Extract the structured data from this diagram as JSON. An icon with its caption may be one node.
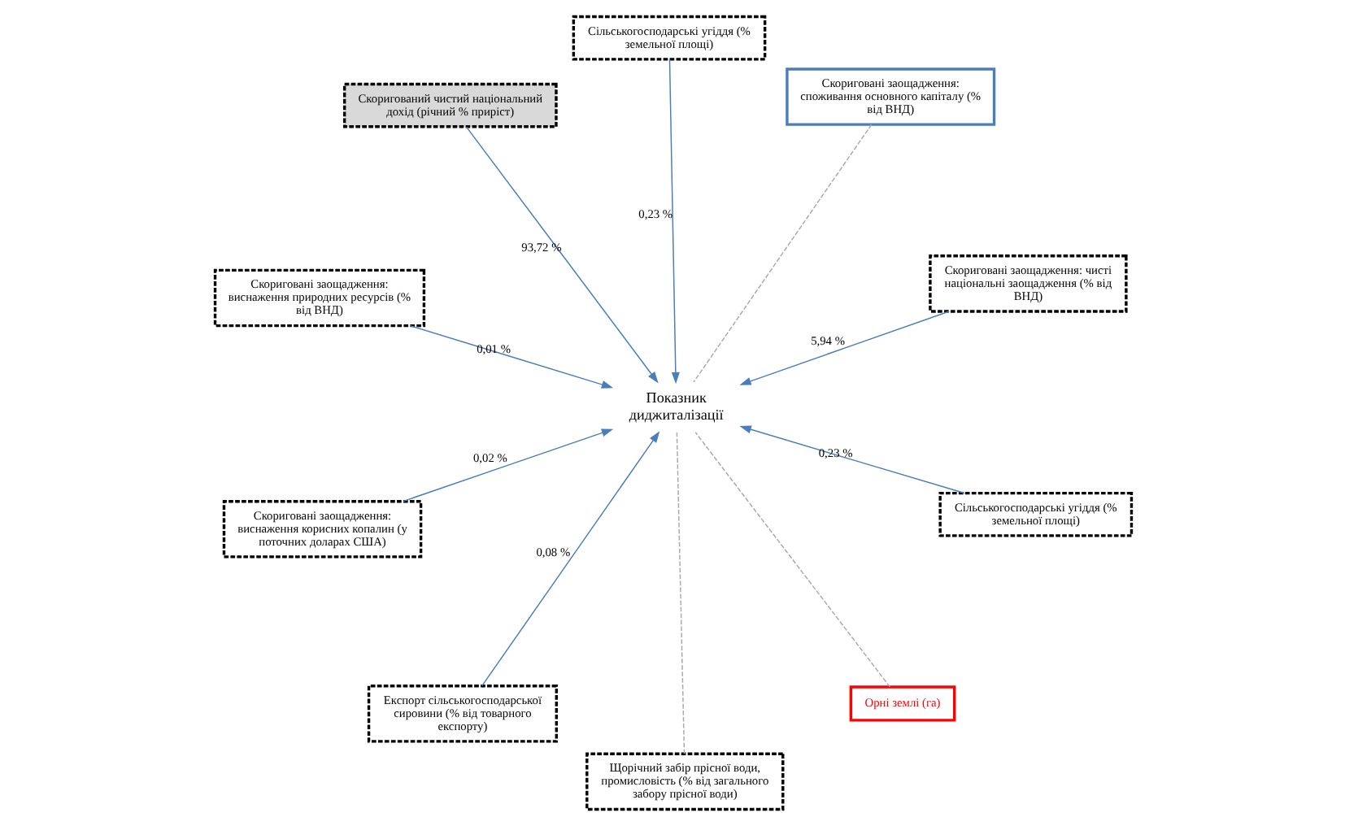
{
  "diagram": {
    "nodes": [
      {
        "text": [
          "Скориговані заощадження: виснаження корисних копалин (у поточних доларах США)"
        ]
      },
      {
        "text": [
          "Скориговані заощадження: чисті національні заощадження (% від ВНД)"
        ]
      },
      {
        "text": [
          "Експорт сільськогосподарської сировини (% від товарного експорту)"
        ]
      },
      {
        "text": [
          "Скоригований чистий національний дохід (річний % приріст)"
        ]
      },
      {
        "text": [
          "Скориговані заощадження: споживання основного капіталу (% від ВНД)"
        ]
      },
      {
        "text": [
          "Скориговані заощадження: виснаження природних ресурсів (% від ВНД)"
        ]
      },
      {
        "text": [
          "Показник диджиталізації"
        ]
      },
      {
        "text": [
          "Сільськогосподарські угіддя (% земельної площі)"
        ]
      },
      {
        "text": [
          "Сільськогосподарські угіддя (% земельної площі)"
        ]
      },
      {
        "text": [
          "Щорічний забір прісної води, промисловість (% від загального забору прісної води)"
        ]
      },
      {
        "text": [
          "Орні землі (га)"
        ]
      }
    ],
    "edges": [
      {
        "from": 0,
        "to": 6,
        "arrow": "to",
        "label": "0,02 %"
      },
      {
        "from": 1,
        "to": 6,
        "arrow": "to",
        "label": "5,94 %"
      },
      {
        "from": 2,
        "to": 6,
        "arrow": "to",
        "label": "0,08 %"
      },
      {
        "from": 3,
        "to": 6,
        "arrow": "to",
        "label": "93,72 %"
      },
      {
        "from": 4,
        "to": 6,
        "arrow": "none",
        "style": "dashed",
        "color": "#aaaaaa"
      },
      {
        "from": 5,
        "to": 6,
        "arrow": "to",
        "label": "0,01 %"
      },
      {
        "from": 7,
        "to": 6,
        "arrow": "to",
        "label": "0,23 %"
      },
      {
        "from": 8,
        "to": 6,
        "arrow": "to",
        "label": "0,23 %"
      },
      {
        "from": 9,
        "to": 6,
        "arrow": "none",
        "style": "dashed",
        "color": "#aaaaaa"
      },
      {
        "from": 10,
        "to": 6,
        "arrow": "none",
        "style": "dashed",
        "color": "#aaaaaa"
      }
    ]
  }
}
